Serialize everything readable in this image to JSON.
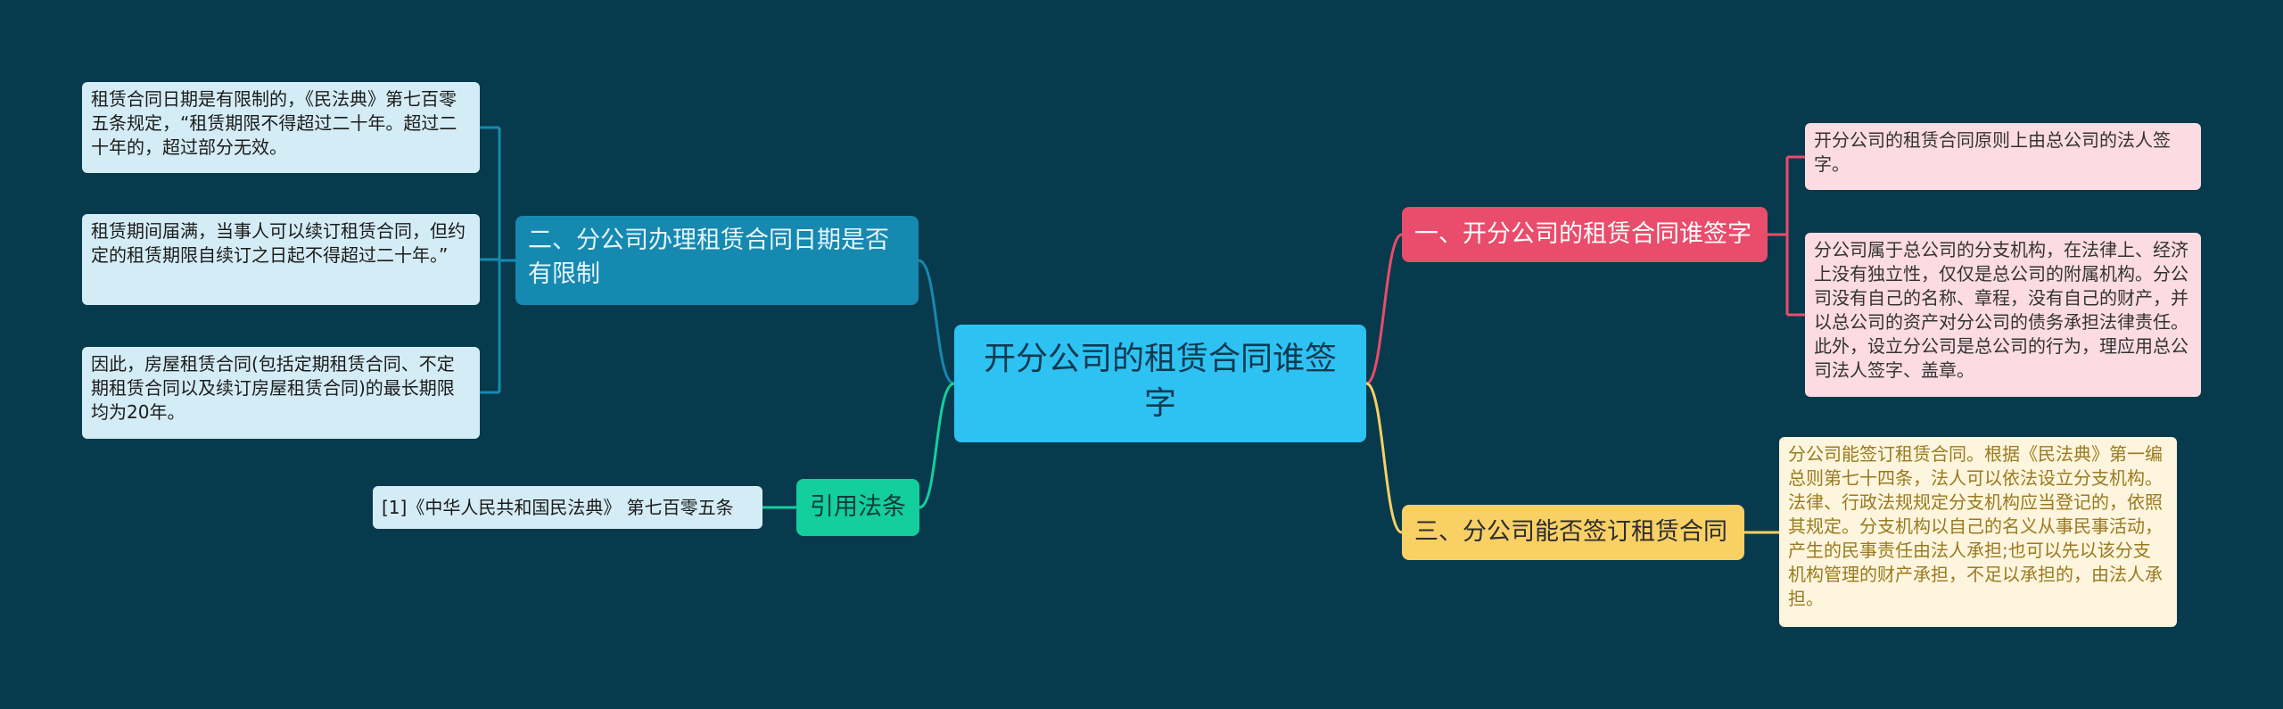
{
  "colors": {
    "background": "#073a4c",
    "root": "#2ec2f2",
    "branch_left": "#1689b0",
    "branch_cite": "#13cf9d",
    "branch_right_1": "#ea4c6b",
    "branch_right_3": "#f8d064"
  },
  "root": {
    "text": "开分公司的租赁合同谁签字"
  },
  "left_branch": {
    "title": "二、分公司办理租赁合同日期是否有限制",
    "items": [
      {
        "text": "租赁合同日期是有限制的，《民法典》第七百零五条规定，“租赁期限不得超过二十年。超过二十年的，超过部分无效。"
      },
      {
        "text": "租赁期间届满，当事人可以续订租赁合同，但约定的租赁期限自续订之日起不得超过二十年。”"
      },
      {
        "text": "因此，房屋租赁合同(包括定期租赁合同、不定期租赁合同以及续订房屋租赁合同)的最长期限均为20年。"
      }
    ]
  },
  "citation_branch": {
    "title": "引用法条",
    "items": [
      {
        "text": "[1]《中华人民共和国民法典》 第七百零五条"
      }
    ]
  },
  "right_branch_1": {
    "title": "一、开分公司的租赁合同谁签字",
    "items": [
      {
        "text": "开分公司的租赁合同原则上由总公司的法人签字。"
      },
      {
        "text": "分公司属于总公司的分支机构，在法律上、经济上没有独立性，仅仅是总公司的附属机构。分公司没有自己的名称、章程，没有自己的财产，并以总公司的资产对分公司的债务承担法律责任。此外，设立分公司是总公司的行为，理应用总公司法人签字、盖章。"
      }
    ]
  },
  "right_branch_3": {
    "title": "三、分公司能否签订租赁合同",
    "items": [
      {
        "text": "分公司能签订租赁合同。根据《民法典》第一编总则第七十四条，法人可以依法设立分支机构。法律、行政法规规定分支机构应当登记的，依照其规定。分支机构以自己的名义从事民事活动，产生的民事责任由法人承担;也可以先以该分支机构管理的财产承担，不足以承担的，由法人承担。"
      }
    ]
  }
}
